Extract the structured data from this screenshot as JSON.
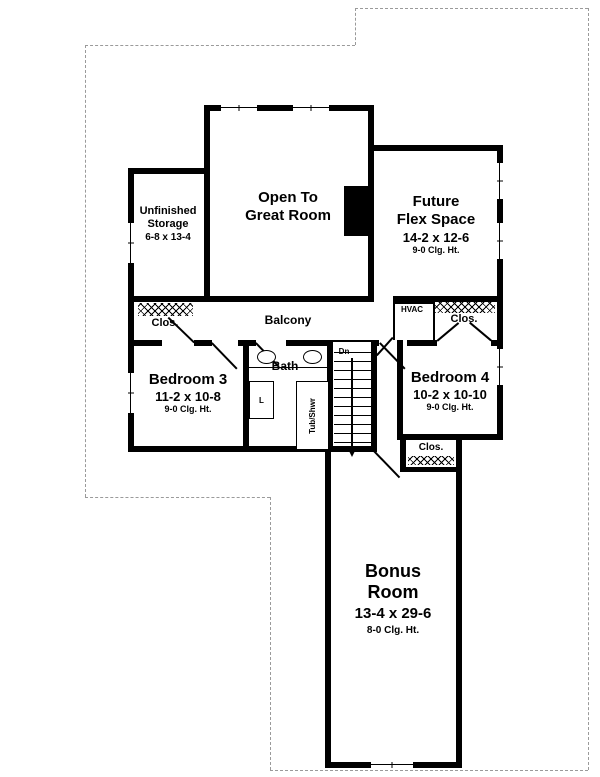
{
  "colors": {
    "wall": "#000000",
    "roof_outline_dash": "#9a9a9a",
    "background": "#ffffff"
  },
  "rooms": {
    "storage": {
      "line1": "Unfinished",
      "line2": "Storage",
      "size": "6-8 x 13-4"
    },
    "great_room": {
      "line1": "Open To",
      "line2": "Great Room"
    },
    "flex": {
      "line1": "Future",
      "line2": "Flex Space",
      "size": "14-2 x 12-6",
      "ceiling": "9-0 Clg. Ht."
    },
    "closet_left": {
      "label": "Clos."
    },
    "balcony": {
      "label": "Balcony"
    },
    "hvac": {
      "label": "HVAC"
    },
    "closet_right": {
      "label": "Clos."
    },
    "bedroom3": {
      "name": "Bedroom 3",
      "size": "11-2 x 10-8",
      "ceiling": "9-0 Clg. Ht."
    },
    "bath": {
      "label": "Bath"
    },
    "linen": {
      "label": "L"
    },
    "tub": {
      "label": "Tub/Shwr"
    },
    "stairs": {
      "label": "Dn"
    },
    "bedroom4": {
      "name": "Bedroom 4",
      "size": "10-2 x 10-10",
      "ceiling": "9-0 Clg. Ht."
    },
    "closet_bed4": {
      "label": "Clos."
    },
    "bonus": {
      "line1": "Bonus",
      "line2": "Room",
      "size": "13-4 x 29-6",
      "ceiling": "8-0 Clg. Ht."
    }
  }
}
